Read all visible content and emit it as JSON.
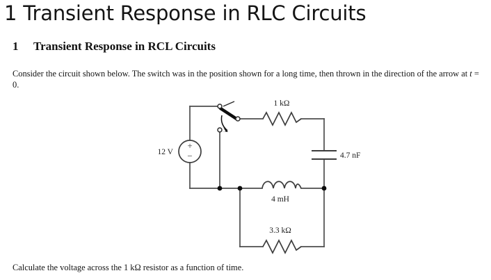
{
  "document": {
    "title": "1 Transient Response in RLC Circuits",
    "section": {
      "number": "1",
      "heading": "Transient Response in RCL Circuits"
    },
    "intro_paragraph": "Consider the circuit shown below. The switch was in the position shown for a long time, then thrown in the direction of the arrow at t = 0.",
    "intro_paragraph_parts": {
      "before_italic": "Consider the circuit shown below. The switch was in the position shown for a long time, then thrown in the direction of the arrow at ",
      "italic_variable": "t",
      "after_italic": " = 0."
    },
    "closing_paragraph": "Calculate the voltage across the 1 kΩ resistor as a function of time."
  },
  "figure": {
    "name": "rlc-circuit-schematic",
    "components": {
      "voltage_source": {
        "label": "12 V",
        "plus_sign": "+",
        "minus_sign": "−"
      },
      "resistor_top": {
        "label": "1 kΩ"
      },
      "capacitor": {
        "label": "4.7 nF"
      },
      "inductor": {
        "label": "4 mH"
      },
      "resistor_bottom": {
        "label": "3.3 kΩ"
      },
      "switch": {
        "label": ""
      }
    },
    "colors": {
      "wire": "#4d4d4d",
      "component_stroke": "#3c3c3c",
      "switch_blade": "#0d0d0d",
      "junction_dot": "#0d0d0d",
      "text": "#202020"
    }
  }
}
